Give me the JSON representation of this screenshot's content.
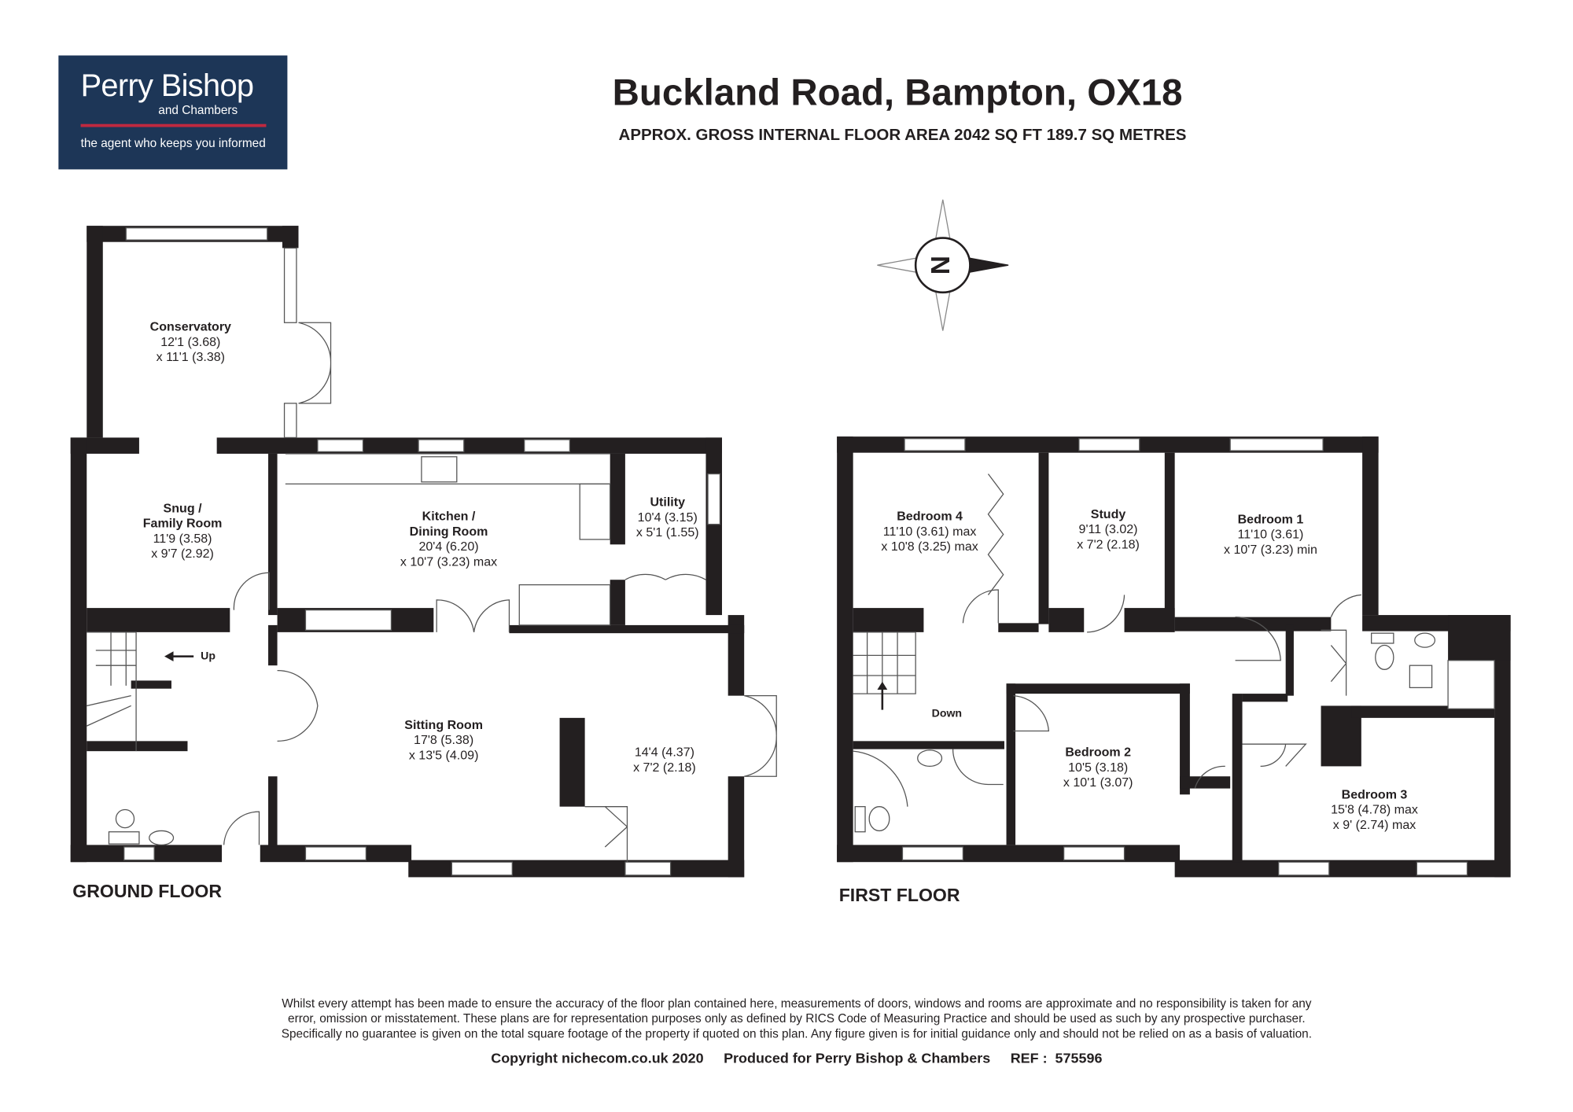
{
  "logo": {
    "brand": "Perry Bishop",
    "sub": "and Chambers",
    "tagline": "the agent who keeps you informed",
    "bg_color": "#1d3657",
    "accent_color": "#c0293f"
  },
  "header": {
    "title": "Buckland Road, Bampton, OX18",
    "subtitle": "APPROX. GROSS INTERNAL FLOOR AREA 2042 SQ FT 189.7 SQ METRES"
  },
  "compass": {
    "label": "N"
  },
  "ground_floor": {
    "label": "GROUND FLOOR",
    "stairs_label": "Up",
    "rooms": [
      {
        "name": "Conservatory",
        "dim1": "12'1 (3.68)",
        "dim2": "x 11'1 (3.38)"
      },
      {
        "name": "Snug /",
        "name2": "Family Room",
        "dim1": "11'9 (3.58)",
        "dim2": "x 9'7 (2.92)"
      },
      {
        "name": "Kitchen /",
        "name2": "Dining Room",
        "dim1": "20'4 (6.20)",
        "dim2": "x 10'7 (3.23) max"
      },
      {
        "name": "Utility",
        "dim1": "10'4 (3.15)",
        "dim2": "x 5'1 (1.55)"
      },
      {
        "name": "Sitting Room",
        "dim1": "17'8 (5.38)",
        "dim2": "x 13'5 (4.09)"
      },
      {
        "dim1": "14'4 (4.37)",
        "dim2": "x 7'2 (2.18)"
      }
    ]
  },
  "first_floor": {
    "label": "FIRST FLOOR",
    "stairs_label": "Down",
    "rooms": [
      {
        "name": "Bedroom 4",
        "dim1": "11'10 (3.61) max",
        "dim2": "x 10'8 (3.25) max"
      },
      {
        "name": "Study",
        "dim1": "9'11 (3.02)",
        "dim2": "x 7'2 (2.18)"
      },
      {
        "name": "Bedroom 1",
        "dim1": "11'10 (3.61)",
        "dim2": "x 10'7 (3.23) min"
      },
      {
        "name": "Bedroom 2",
        "dim1": "10'5 (3.18)",
        "dim2": "x 10'1 (3.07)"
      },
      {
        "name": "Bedroom 3",
        "dim1": "15'8 (4.78) max",
        "dim2": "x 9' (2.74) max"
      }
    ]
  },
  "footer": {
    "disclaimer1": "Whilst every attempt has been made to ensure the accuracy of the floor plan contained here, measurements of doors, windows and rooms are approximate and no responsibility is taken for any",
    "disclaimer2": "error, omission or misstatement. These plans are for representation purposes only as defined by RICS Code of Measuring Practice and should be used as such by any prospective purchaser.",
    "disclaimer3": "Specifically no guarantee is given on the total square footage of the property if quoted on this plan. Any figure given is for initial guidance only and should not be relied on as a basis of valuation.",
    "copyright": "Copyright nichecom.co.uk 2020",
    "produced": "Produced for Perry Bishop & Chambers",
    "ref": "REF :  575596"
  }
}
